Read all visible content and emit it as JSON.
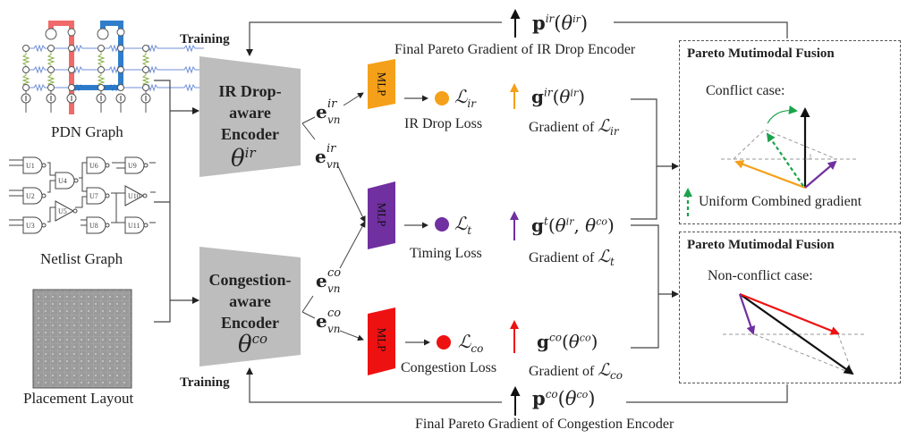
{
  "inputs": {
    "pdn_label": "PDN Graph",
    "netlist_label": "Netlist Graph",
    "placement_label": "Placement Layout",
    "netlist_gates": [
      "U1",
      "U2",
      "U3",
      "U4",
      "U5",
      "U6",
      "U7",
      "U8",
      "U9",
      "U10",
      "U11"
    ]
  },
  "training_labels": {
    "top": "Training",
    "bottom": "Training"
  },
  "encoders": {
    "ir": {
      "line1": "IR Drop-",
      "line2": "aware",
      "line3": "Encoder",
      "theta_sup": "ir",
      "color": "#bdbdbd"
    },
    "co": {
      "line1": "Congestion-",
      "line2": "aware",
      "line3": "Encoder",
      "theta_sup": "co",
      "color": "#bdbdbd"
    }
  },
  "embeddings": {
    "ir_top": {
      "base": "e",
      "sup": "ir",
      "sub": "vn"
    },
    "ir_mid": {
      "base": "e",
      "sup": "ir",
      "sub": "vn"
    },
    "co_mid": {
      "base": "e",
      "sup": "co",
      "sub": "vn"
    },
    "co_bot": {
      "base": "e",
      "sup": "co",
      "sub": "vn"
    }
  },
  "heads": [
    {
      "id": "ir",
      "mlp_label": "MLP",
      "color": "#f5a01a",
      "loss_symbol": "ℒ",
      "loss_sub": "ir",
      "loss_name": "IR Drop Loss",
      "grad_base": "g",
      "grad_sup": "ir",
      "grad_args": "θ",
      "grad_args_sup": "ir",
      "grad_caption": "Gradient of",
      "grad_caption_sym": "ℒ",
      "grad_caption_sub": "ir"
    },
    {
      "id": "t",
      "mlp_label": "MLP",
      "color": "#7030a0",
      "loss_symbol": "ℒ",
      "loss_sub": "t",
      "loss_name": "Timing Loss",
      "grad_base": "g",
      "grad_sup": "t",
      "grad_args": "θ",
      "grad_args_sup": "ir",
      "grad_args2": "θ",
      "grad_args2_sup": "co",
      "grad_caption": "Gradient of",
      "grad_caption_sym": "ℒ",
      "grad_caption_sub": "t"
    },
    {
      "id": "co",
      "mlp_label": "MLP",
      "color": "#ee1111",
      "loss_symbol": "ℒ",
      "loss_sub": "co",
      "loss_name": "Congestion Loss",
      "grad_base": "g",
      "grad_sup": "co",
      "grad_args": "θ",
      "grad_args_sup": "co",
      "grad_caption": "Gradient of",
      "grad_caption_sym": "ℒ",
      "grad_caption_sub": "co"
    }
  ],
  "pareto": {
    "top": {
      "base": "p",
      "sup": "ir",
      "arg": "θ",
      "arg_sup": "ir",
      "caption": "Final Pareto Gradient of IR Drop Encoder"
    },
    "bottom": {
      "base": "p",
      "sup": "co",
      "arg": "θ",
      "arg_sup": "co",
      "caption": "Final Pareto Gradient of Congestion Encoder"
    }
  },
  "fusion": {
    "conflict": {
      "title": "Pareto Mutimodal Fusion",
      "case": "Conflict case:",
      "legend": "Uniform Combined gradient",
      "legend_color": "#1aa34a"
    },
    "nonconflict": {
      "title": "Pareto Mutimodal Fusion",
      "case": "Non-conflict case:"
    }
  }
}
